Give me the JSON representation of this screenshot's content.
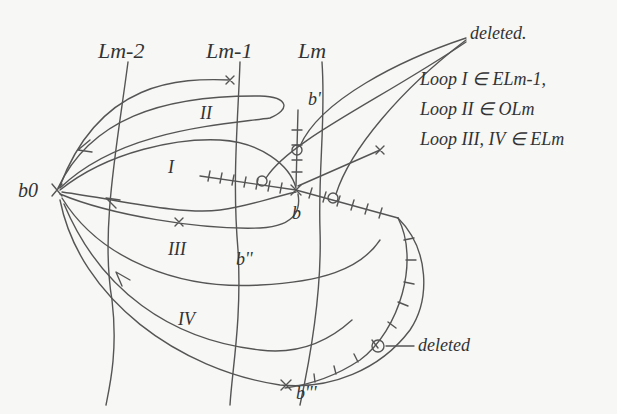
{
  "diagram": {
    "labels": [
      "Lm-2",
      "Lm-1",
      "Lm",
      "deleted.",
      "Loop I ∈ ELm-1,",
      "Loop II ∈ OLm",
      "Loop III, IV ∈ ELm",
      "b0",
      "b'",
      "b",
      "II",
      "I",
      "III",
      "b''",
      "IV",
      "b'''",
      "deleted"
    ]
  }
}
